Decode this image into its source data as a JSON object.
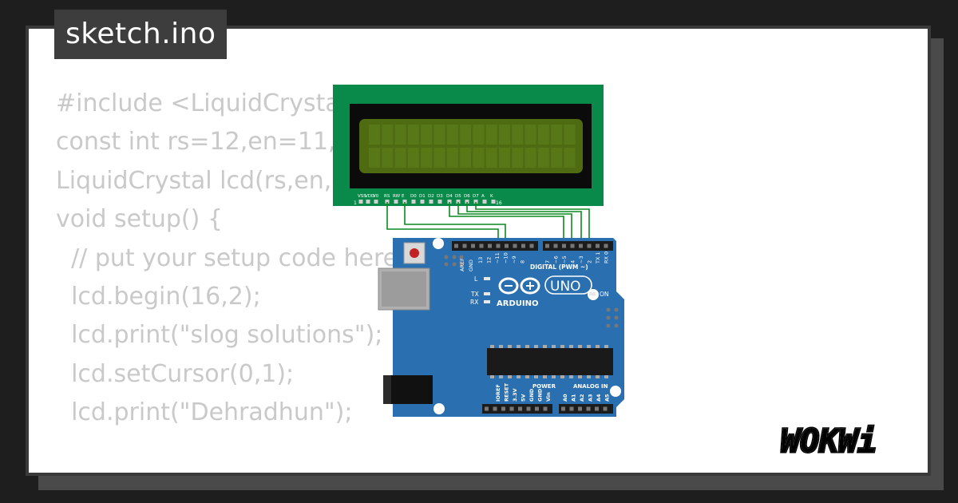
{
  "tab": {
    "filename": "sketch.ino"
  },
  "code_lines": [
    "#include <LiquidCrystal",
    "const int rs=12,en=11,d",
    "LiquidCrystal lcd(rs,en,d",
    "void setup() {",
    "  // put your setup code here",
    "  lcd.begin(16,2);",
    "  lcd.print(\"slog solutions\");",
    "  lcd.setCursor(0,1);",
    "  lcd.print(\"Dehradhun\");",
    "",
    "}"
  ],
  "lcd": {
    "pin_labels": [
      "VSS",
      "VDD",
      "V0",
      "RS",
      "RW",
      "E",
      "D0",
      "D1",
      "D2",
      "D3",
      "D4",
      "D5",
      "D6",
      "D7",
      "A",
      "K"
    ],
    "pin_start": "1",
    "pin_end": "16",
    "colors": {
      "pcb": "#0a8a4a",
      "bezel": "#0b0b0b",
      "screen": "#4f6b12"
    }
  },
  "arduino": {
    "aref": "AREF",
    "gnd": "GND",
    "digital_top": [
      "13",
      "12",
      "~11",
      "~10",
      "~9",
      "8"
    ],
    "digital_top2": [
      "7",
      "~6",
      "~5",
      "4",
      "~3",
      "2",
      "TX 1",
      "RX 0"
    ],
    "digital_label": "DIGITAL (PWM ~)",
    "led_l": "L",
    "led_tx": "TX",
    "led_rx": "RX",
    "brand": "ARDUINO",
    "model": "UNO",
    "on": "ON",
    "power_label": "POWER",
    "analog_label": "ANALOG IN",
    "power_pins": [
      "IOREF",
      "RESET",
      "3.3V",
      "5V",
      "GND",
      "GND",
      "Vin"
    ],
    "analog_pins": [
      "A0",
      "A1",
      "A2",
      "A3",
      "A4",
      "A5"
    ],
    "colors": {
      "board": "#2a6fb0",
      "header": "#1c1c1c",
      "wire": "#0b8a1e"
    }
  },
  "logo": {
    "text": "WOKWi"
  }
}
